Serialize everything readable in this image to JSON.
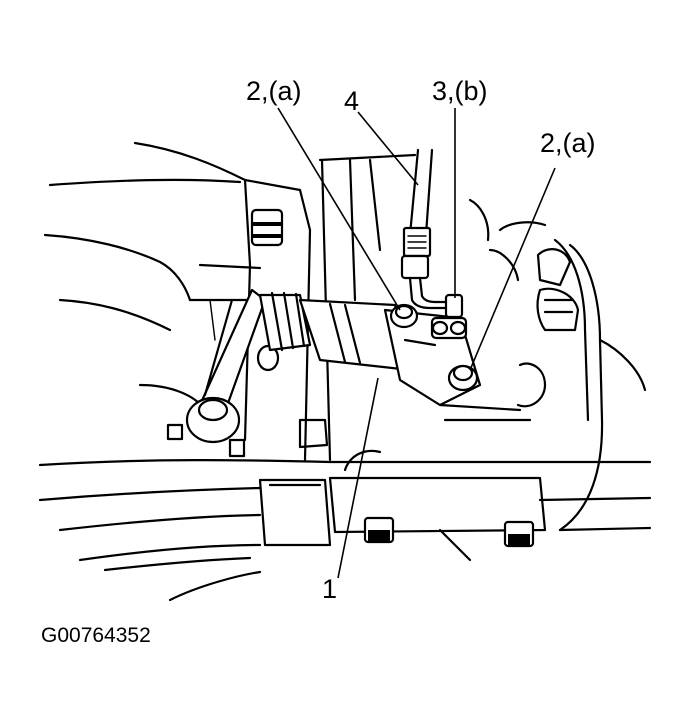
{
  "callouts": {
    "label_2a_left": "2,(a)",
    "label_4": "4",
    "label_3b": "3,(b)",
    "label_2a_right": "2,(a)",
    "label_1": "1"
  },
  "figure_id": "G00764352"
}
